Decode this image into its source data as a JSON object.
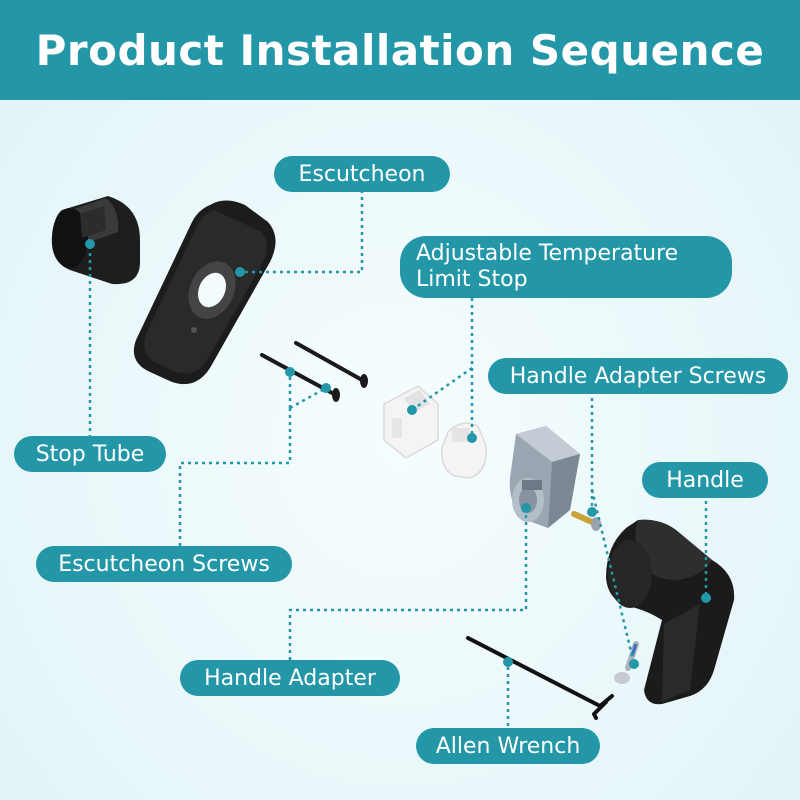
{
  "header": {
    "title": "Product Installation Sequence"
  },
  "labels": {
    "escutcheon": "Escutcheon",
    "temp_stop_line1": "Adjustable Temperature",
    "temp_stop_line2": "Limit Stop",
    "handle_adapter_screws": "Handle Adapter Screws",
    "handle": "Handle",
    "stop_tube": "Stop Tube",
    "escutcheon_screws": "Escutcheon Screws",
    "handle_adapter": "Handle Adapter",
    "allen_wrench": "Allen Wrench"
  },
  "colors": {
    "accent": "#2397a7",
    "part_black": "#1a1a1a",
    "part_white": "#f2f2f2",
    "part_metal": "#9aa6b2"
  }
}
